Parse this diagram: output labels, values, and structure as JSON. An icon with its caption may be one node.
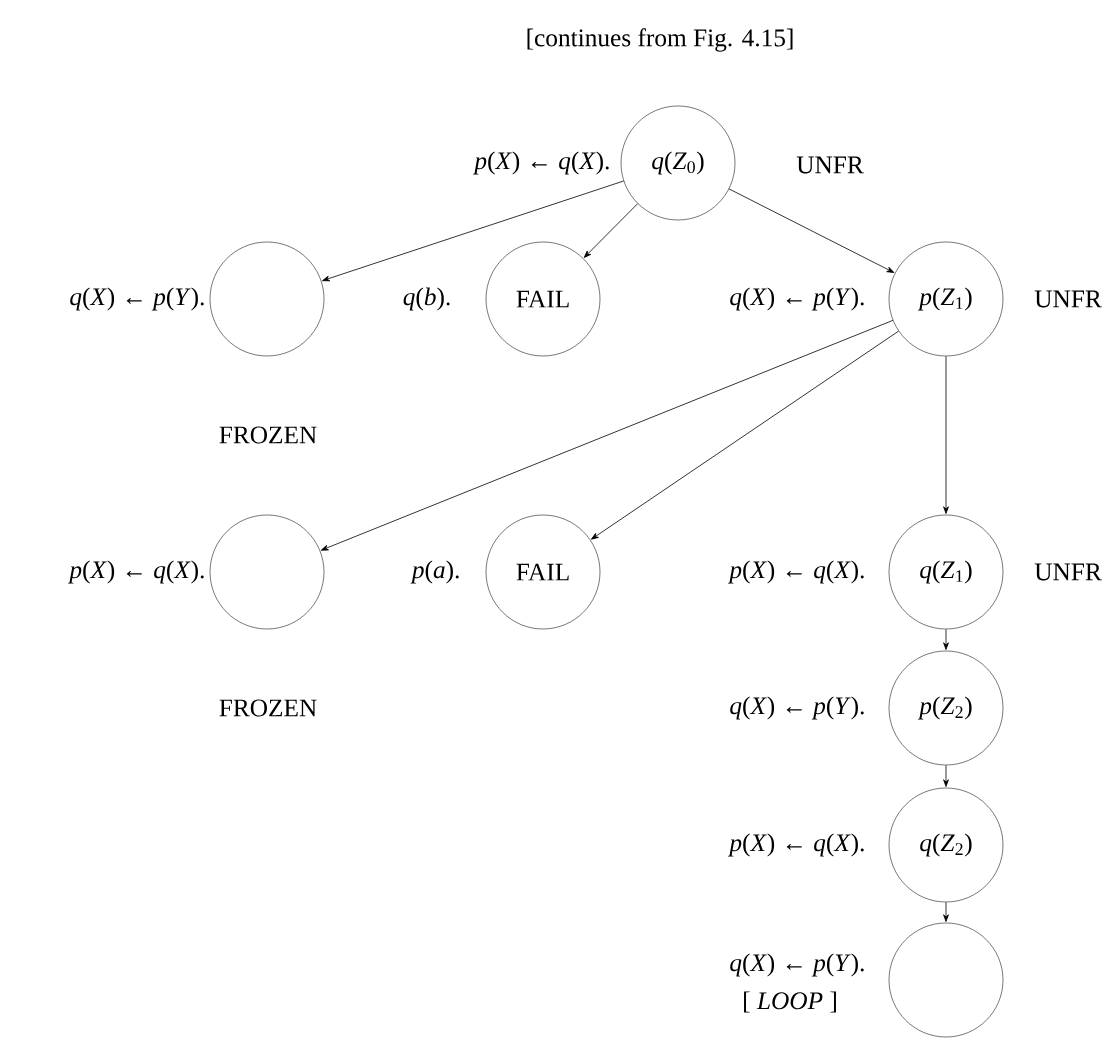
{
  "diagram": {
    "title": "[continues from Fig. 4.15]",
    "nodes": [
      {
        "text": [
          "*q*(*Z*$_{0}$)"
        ],
        "beside": [
          "*p*(*X*) ← *q*(*X*).",
          "UNFR"
        ]
      },
      {
        "text": [],
        "shape": "circle",
        "beside": [
          "*q*(*X*) ← *p*(*Y*).",
          "FROZEN"
        ]
      },
      {
        "text": [
          "FAIL"
        ],
        "beside": [
          "*q*(*b*)."
        ]
      },
      {
        "text": [
          "*p*(*Z*$_{1}$)"
        ],
        "beside": [
          "*q*(*X*) ← *p*(*Y*).",
          "UNFR"
        ]
      },
      {
        "text": [],
        "shape": "circle",
        "beside": [
          "*p*(*X*) ← *q*(*X*).",
          "FROZEN"
        ]
      },
      {
        "text": [
          "FAIL"
        ],
        "beside": [
          "*p*(*a*)."
        ]
      },
      {
        "text": [
          "*q*(*Z*$_{1}$)"
        ],
        "beside": [
          "*p*(*X*) ← *q*(*X*).",
          "UNFR"
        ]
      },
      {
        "text": [
          "*p*(*Z*$_{2}$)"
        ],
        "beside": [
          "*q*(*X*) ← *p*(*Y*)."
        ]
      },
      {
        "text": [
          "*q*(*Z*$_{2}$)"
        ],
        "beside": [
          "*p*(*X*) ← *q*(*X*)."
        ]
      },
      {
        "text": [],
        "shape": "circle",
        "beside": [
          "*q*(*X*) ← *p*(*Y*).",
          "[ *LOOP* ]"
        ]
      }
    ],
    "edges": [
      {
        "from": 0,
        "to": 1,
        "arrow": "to"
      },
      {
        "from": 0,
        "to": 2,
        "arrow": "to"
      },
      {
        "from": 0,
        "to": 3,
        "arrow": "to"
      },
      {
        "from": 3,
        "to": 4,
        "arrow": "to"
      },
      {
        "from": 3,
        "to": 5,
        "arrow": "to"
      },
      {
        "from": 3,
        "to": 6,
        "arrow": "to"
      },
      {
        "from": 6,
        "to": 7,
        "arrow": "to"
      },
      {
        "from": 7,
        "to": 8,
        "arrow": "to"
      },
      {
        "from": 8,
        "to": 9,
        "arrow": "to"
      }
    ]
  }
}
